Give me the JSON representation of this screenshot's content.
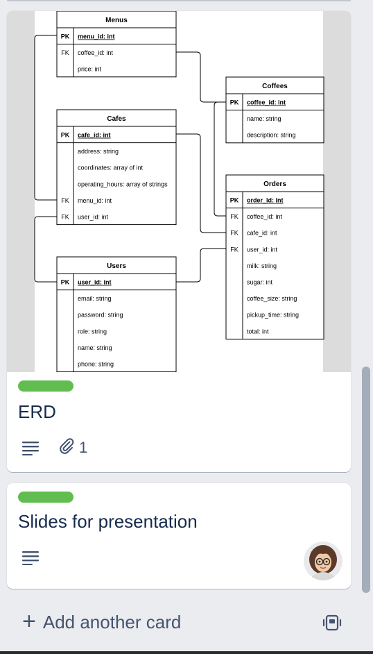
{
  "cards": [
    {
      "title": "ERD",
      "label_color": "#61bd4f",
      "attachments_count": "1",
      "cover": {
        "tables": [
          {
            "name": "Menus",
            "rows": [
              {
                "key": "PK",
                "field": "menu_id: int"
              },
              {
                "key": "FK",
                "field": "coffee_id: int"
              },
              {
                "key": "",
                "field": "price: int"
              }
            ]
          },
          {
            "name": "Coffees",
            "rows": [
              {
                "key": "PK",
                "field": "coffee_id: int"
              },
              {
                "key": "",
                "field": "name: string"
              },
              {
                "key": "",
                "field": "description: string"
              }
            ]
          },
          {
            "name": "Cafes",
            "rows": [
              {
                "key": "PK",
                "field": "cafe_id: int"
              },
              {
                "key": "",
                "field": "address: string"
              },
              {
                "key": "",
                "field": "coordinates: array of int"
              },
              {
                "key": "",
                "field": "operating_hours: array of strings"
              },
              {
                "key": "FK",
                "field": "menu_id: int"
              },
              {
                "key": "FK",
                "field": "user_id: int"
              }
            ]
          },
          {
            "name": "Orders",
            "rows": [
              {
                "key": "PK",
                "field": "order_id: int"
              },
              {
                "key": "FK",
                "field": "coffee_id: int"
              },
              {
                "key": "FK",
                "field": "cafe_id: int"
              },
              {
                "key": "FK",
                "field": "user_id: int"
              },
              {
                "key": "",
                "field": "milk: string"
              },
              {
                "key": "",
                "field": "sugar: int"
              },
              {
                "key": "",
                "field": "coffee_size: string"
              },
              {
                "key": "",
                "field": "pickup_time: string"
              },
              {
                "key": "",
                "field": "total: int"
              }
            ]
          },
          {
            "name": "Users",
            "rows": [
              {
                "key": "PK",
                "field": "user_id: int"
              },
              {
                "key": "",
                "field": "email: string"
              },
              {
                "key": "",
                "field": "password: string"
              },
              {
                "key": "",
                "field": "role: string"
              },
              {
                "key": "",
                "field": "name: string"
              },
              {
                "key": "",
                "field": "phone: string"
              }
            ]
          }
        ]
      }
    },
    {
      "title": "Slides for presentation",
      "label_color": "#61bd4f"
    }
  ],
  "add_card_label": "Add another card",
  "icons": {
    "description": "description-icon",
    "attachment": "paperclip-icon",
    "template": "card-template-icon",
    "add": "plus-icon"
  }
}
